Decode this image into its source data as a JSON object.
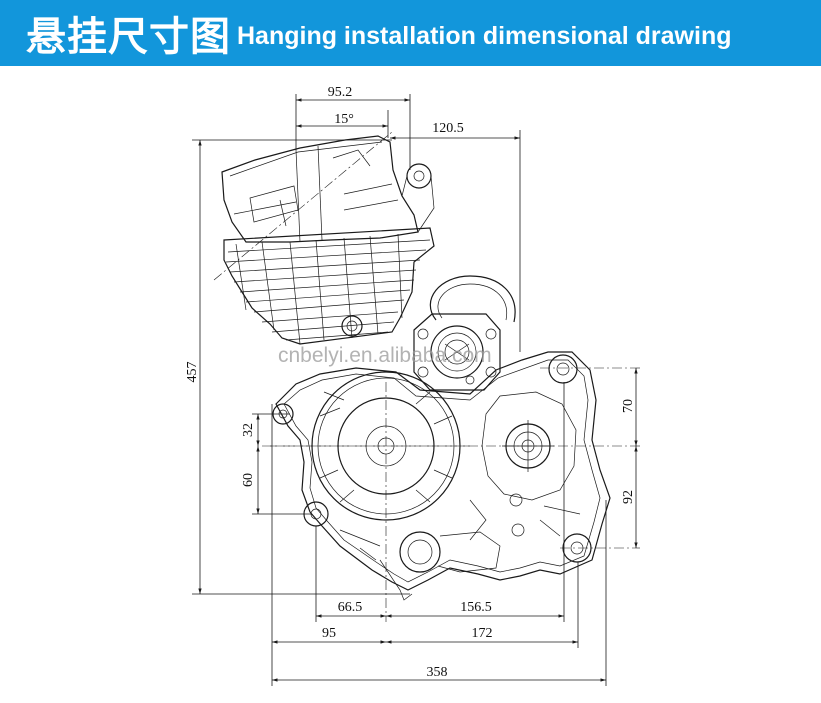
{
  "header": {
    "title_cn": "悬挂尺寸图",
    "title_en": "Hanging installation dimensional drawing",
    "background_color": "#1296db",
    "text_color": "#ffffff"
  },
  "watermark": "cnbelyi.en.alibaba.com",
  "dimensions": {
    "top_width": "95.2",
    "angle": "15°",
    "top_right": "120.5",
    "height": "457",
    "left_upper": "32",
    "left_lower": "60",
    "right_upper": "70",
    "right_lower": "92",
    "bottom_inner_left": "66.5",
    "bottom_inner_right": "156.5",
    "bottom_outer_left": "95",
    "bottom_outer_right": "172",
    "total_width": "358"
  }
}
